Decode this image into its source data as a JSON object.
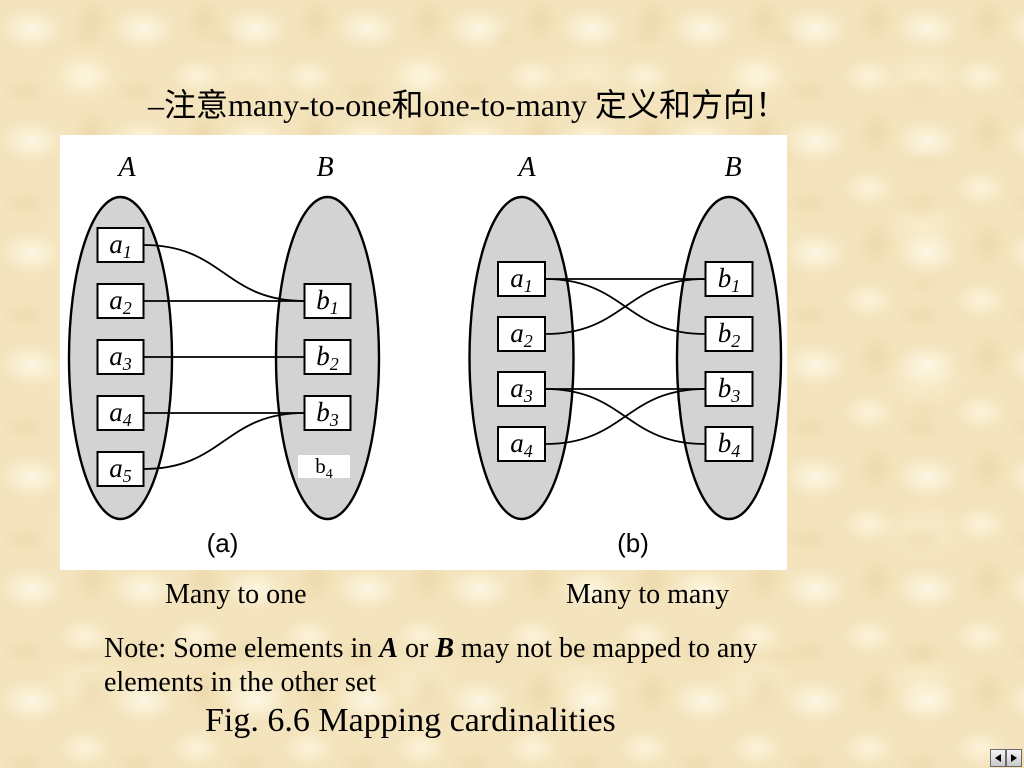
{
  "slide": {
    "title": "–注意many-to-one和one-to-many 定义和方向！",
    "figure": {
      "diagram_a": {
        "set_a": {
          "label": "A",
          "elements": [
            {
              "name": "a",
              "sub": "1"
            },
            {
              "name": "a",
              "sub": "2"
            },
            {
              "name": "a",
              "sub": "3"
            },
            {
              "name": "a",
              "sub": "4"
            },
            {
              "name": "a",
              "sub": "5"
            }
          ]
        },
        "set_b": {
          "label": "B",
          "elements": [
            {
              "name": "b",
              "sub": "1"
            },
            {
              "name": "b",
              "sub": "2"
            },
            {
              "name": "b",
              "sub": "3"
            }
          ],
          "unboxed_element": {
            "name": "b",
            "sub": "4"
          }
        },
        "mappings": [
          [
            0,
            0
          ],
          [
            1,
            0
          ],
          [
            2,
            1
          ],
          [
            3,
            2
          ],
          [
            4,
            2
          ]
        ],
        "panel_label": "(a)",
        "caption": "Many to one"
      },
      "diagram_b": {
        "set_a": {
          "label": "A",
          "elements": [
            {
              "name": "a",
              "sub": "1"
            },
            {
              "name": "a",
              "sub": "2"
            },
            {
              "name": "a",
              "sub": "3"
            },
            {
              "name": "a",
              "sub": "4"
            }
          ]
        },
        "set_b": {
          "label": "B",
          "elements": [
            {
              "name": "b",
              "sub": "1"
            },
            {
              "name": "b",
              "sub": "2"
            },
            {
              "name": "b",
              "sub": "3"
            },
            {
              "name": "b",
              "sub": "4"
            }
          ]
        },
        "mappings": [
          [
            0,
            0
          ],
          [
            0,
            1
          ],
          [
            1,
            0
          ],
          [
            2,
            2
          ],
          [
            2,
            3
          ],
          [
            3,
            2
          ]
        ],
        "panel_label": "(b)",
        "caption": "Many to many"
      }
    },
    "note": {
      "prefix": "Note: Some elements in ",
      "set_a": "A",
      "mid": " or ",
      "set_b": "B",
      "line1_end": " may not be mapped to any",
      "line2": "elements in the other set"
    },
    "figure_caption": "Fig. 6.6 Mapping cardinalities"
  },
  "navigation": {
    "previous_icon": "arrow-left-icon",
    "next_icon": "arrow-right-icon"
  },
  "colors": {
    "background": "#f4e4bd",
    "set_fill": "#d3d3d3",
    "panel": "#ffffff"
  }
}
